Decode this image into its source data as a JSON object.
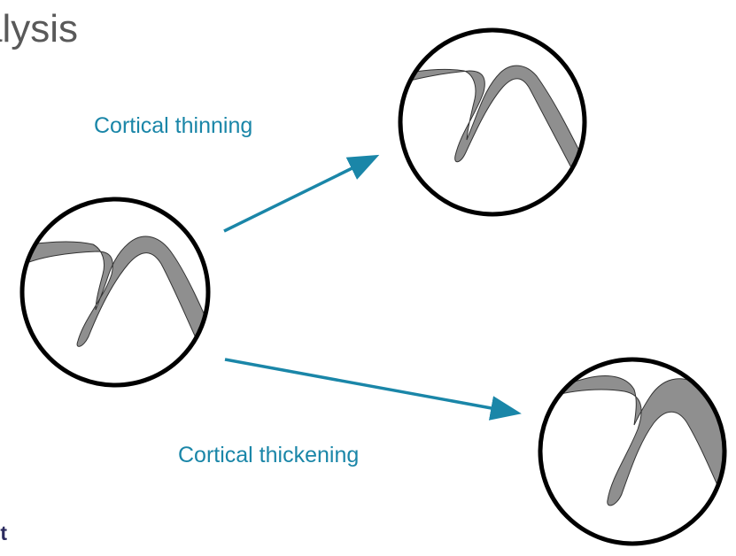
{
  "title": "alysis",
  "labels": {
    "thinning": "Cortical thinning",
    "thickening": "Cortical thickening"
  },
  "bottom_text": "it",
  "colors": {
    "arrow": "#1a86a8",
    "cortex_fill": "#8f8f8f",
    "circle_stroke": "#000000",
    "title": "#595959",
    "bottom_text": "#2b2a5e"
  }
}
